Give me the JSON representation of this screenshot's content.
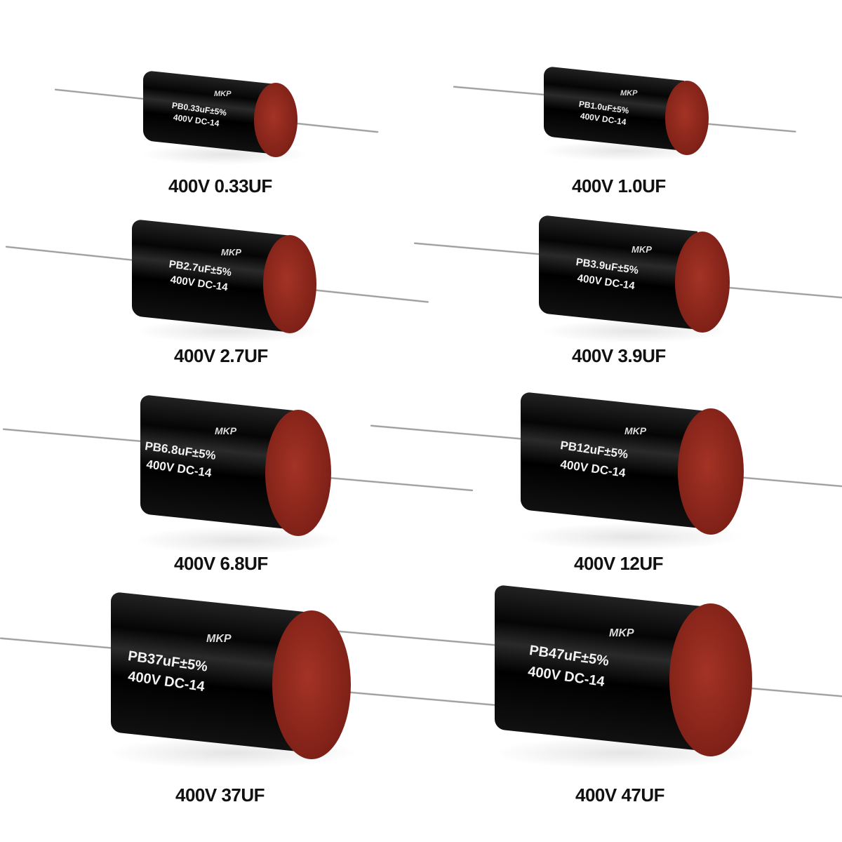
{
  "image": {
    "subject": "Axial MKP film capacitors, black body with red end caps",
    "background": "#ffffff",
    "colors": {
      "body": "#0a0a0a",
      "end_cap": "#8b2418",
      "lead": "#b0b0b0",
      "label_text": "#111111"
    }
  },
  "capacitors": [
    {
      "brand": "MKP",
      "marking_line1": "PB0.33uF±5%",
      "marking_line2": "400V DC-14",
      "caption": "400V 0.33UF"
    },
    {
      "brand": "MKP",
      "marking_line1": "PB1.0uF±5%",
      "marking_line2": "400V DC-14",
      "caption": "400V 1.0UF"
    },
    {
      "brand": "MKP",
      "marking_line1": "PB2.7uF±5%",
      "marking_line2": "400V DC-14",
      "caption": "400V 2.7UF"
    },
    {
      "brand": "MKP",
      "marking_line1": "PB3.9uF±5%",
      "marking_line2": "400V DC-14",
      "caption": "400V 3.9UF"
    },
    {
      "brand": "MKP",
      "marking_line1": "PB6.8uF±5%",
      "marking_line2": "400V DC-14",
      "caption": "400V 6.8UF"
    },
    {
      "brand": "MKP",
      "marking_line1": "PB12uF±5%",
      "marking_line2": "400V DC-14",
      "caption": "400V 12UF"
    },
    {
      "brand": "MKP",
      "marking_line1": "PB37uF±5%",
      "marking_line2": "400V DC-14",
      "caption": "400V 37UF"
    },
    {
      "brand": "MKP",
      "marking_line1": "PB47uF±5%",
      "marking_line2": "400V DC-14",
      "caption": "400V 47UF"
    }
  ]
}
